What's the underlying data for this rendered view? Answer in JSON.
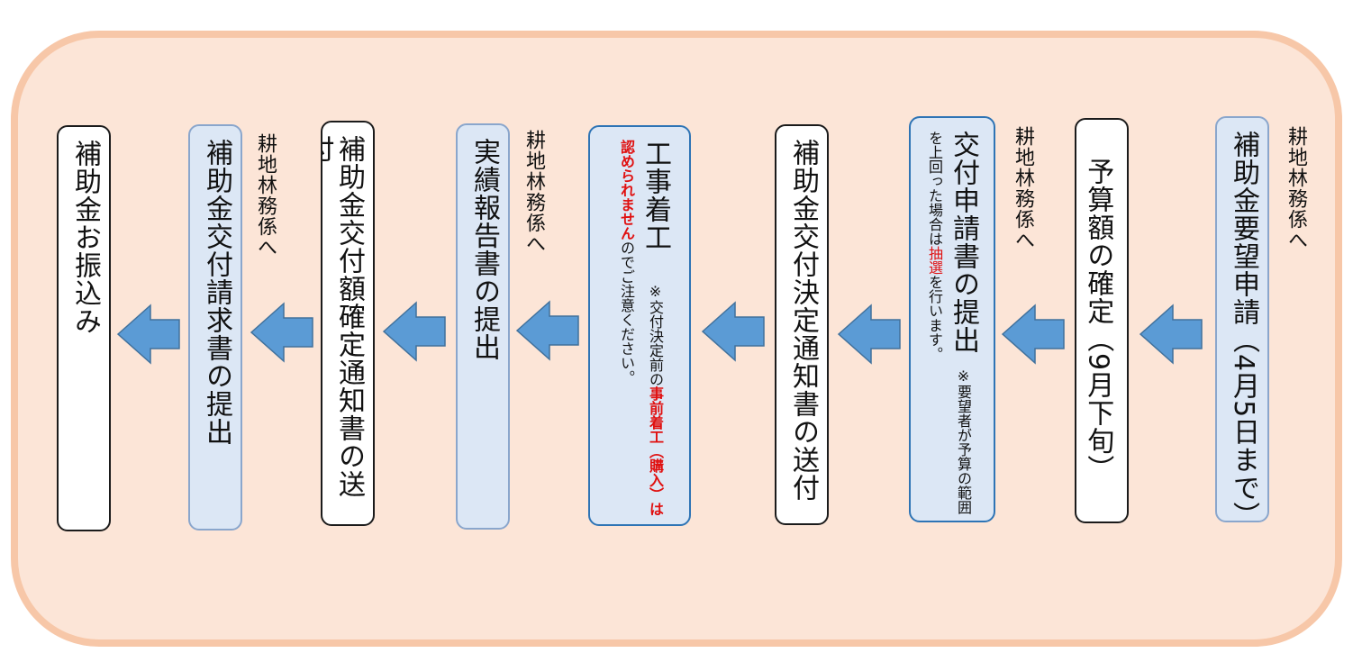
{
  "steps": [
    {
      "id": "s1",
      "text": "補助金要望申請（4月5日まで）"
    },
    {
      "id": "s2",
      "text": "予算額の確定（9月下旬）"
    },
    {
      "id": "s3",
      "title": "交付申請書の提出",
      "note_pre": "※要望者が予算の範囲を上回った場合は",
      "note_red": "抽選",
      "note_post": "を行います。"
    },
    {
      "id": "s4",
      "text": "補助金交付決定通知書の送付"
    },
    {
      "id": "s5",
      "title": "工事着工",
      "note_pre": "※交付決定前の",
      "note_red": "事前着工（購入）は認められません",
      "note_post": "のでご注意ください。"
    },
    {
      "id": "s6",
      "text": "実績報告書の提出"
    },
    {
      "id": "s7",
      "text": "補助金交付額確定通知書の送付"
    },
    {
      "id": "s8",
      "text": "補助金交付請求書の提出"
    },
    {
      "id": "s9",
      "text": "補助金お振込み"
    }
  ],
  "side_labels": {
    "to_office_1": "耕地林務係へ",
    "to_office_2": "耕地林務係へ",
    "to_office_3": "耕地林務係へ",
    "to_office_4": "耕地林務係へ"
  },
  "colors": {
    "panel": "#fce5d7",
    "panel_border": "#f7c7a8",
    "arrow": "#5b9bd5",
    "arrow_stroke": "#41719c",
    "note_red": "#e01010"
  }
}
